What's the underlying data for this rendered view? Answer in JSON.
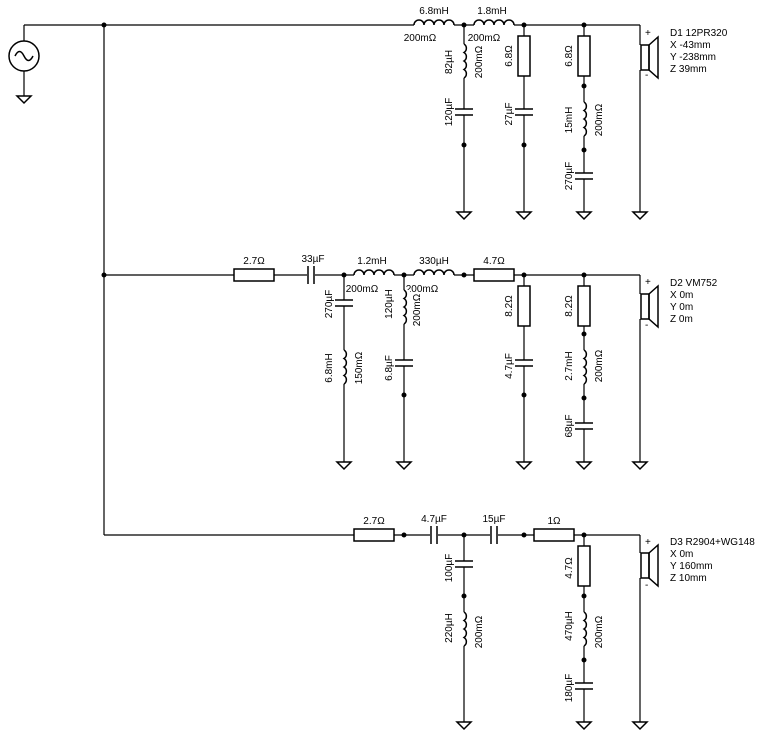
{
  "drivers": {
    "d1": {
      "name": "D1 12PR320",
      "x": "X -43mm",
      "y": "Y -238mm",
      "z": "Z 39mm"
    },
    "d2": {
      "name": "D2 VM752",
      "x": "X 0m",
      "y": "Y 0m",
      "z": "Z 0m"
    },
    "d3": {
      "name": "D3 R2904+WG148",
      "x": "X 0m",
      "y": "Y 160mm",
      "z": "Z 10mm"
    }
  },
  "polarity": {
    "plus": "+",
    "minus": "-"
  },
  "branch1": {
    "l1": "6.8mH",
    "l1r": "200mΩ",
    "l2": "1.8mH",
    "l2r": "200mΩ",
    "l3": "82µH",
    "l3r": "200mΩ",
    "c1": "120µF",
    "r1": "6.8Ω",
    "c2": "27µF",
    "r2": "6.8Ω",
    "l4": "15mH",
    "l4r": "200mΩ",
    "c3": "270µF"
  },
  "branch2": {
    "r1": "2.7Ω",
    "c1": "33µF",
    "l1": "1.2mH",
    "l1r": "200mΩ",
    "l2": "330µH",
    "l2r": "200mΩ",
    "r2": "4.7Ω",
    "c2": "270µF",
    "l3": "6.8mH",
    "l3r": "150mΩ",
    "l4": "120µH",
    "l4r": "200mΩ",
    "c3": "6.8µF",
    "r3": "8.2Ω",
    "c4": "4.7µF",
    "r4": "8.2Ω",
    "l5": "2.7mH",
    "l5r": "200mΩ",
    "c5": "68µF"
  },
  "branch3": {
    "r1": "2.7Ω",
    "c1": "4.7µF",
    "c2": "15µF",
    "r2": "1Ω",
    "c3": "100µF",
    "l1": "220µH",
    "l1r": "200mΩ",
    "r3": "4.7Ω",
    "l2": "470µH",
    "l2r": "200mΩ",
    "c4": "180µF"
  }
}
